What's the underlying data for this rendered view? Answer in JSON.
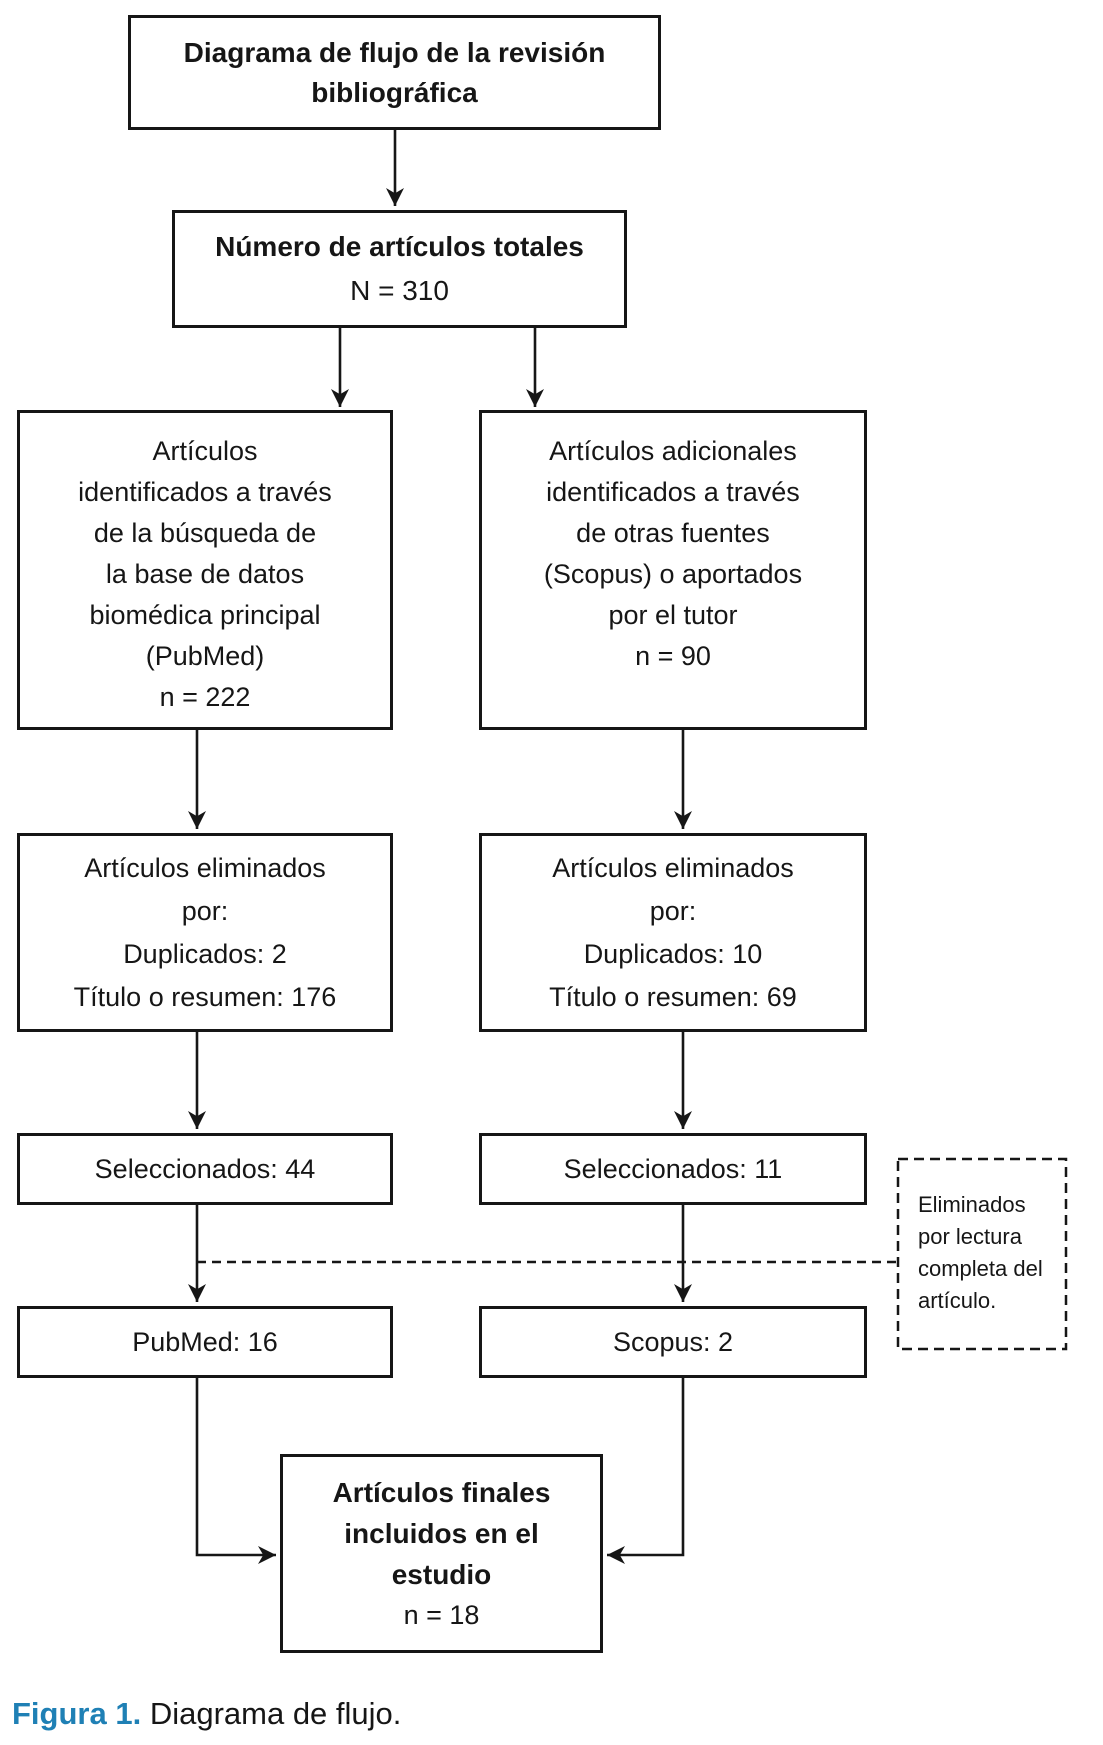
{
  "colors": {
    "caption_accent": "#1f80b5",
    "line": "#161616",
    "text": "#161616",
    "background": "#ffffff"
  },
  "diagram": {
    "title": {
      "lines": [
        "Diagrama de flujo de la revisión",
        "bibliográfica"
      ]
    },
    "totals": {
      "title": "Número de artículos totales",
      "value": "N = 310"
    },
    "identified_pubmed": {
      "lines": [
        "Artículos",
        "identificados a través",
        "de la búsqueda de",
        "la base de datos",
        "biomédica principal",
        "(PubMed)",
        "n = 222"
      ]
    },
    "identified_other": {
      "lines": [
        "Artículos adicionales",
        "identificados a través",
        "de otras fuentes",
        "(Scopus) o aportados",
        "por el tutor",
        "n = 90"
      ]
    },
    "removed_pubmed": {
      "lines": [
        "Artículos eliminados",
        "por:",
        "Duplicados: 2",
        "Título o resumen: 176"
      ]
    },
    "removed_other": {
      "lines": [
        "Artículos eliminados",
        "por:",
        "Duplicados: 10",
        "Título o resumen: 69"
      ]
    },
    "selected_pubmed": {
      "label": "Seleccionados: 44"
    },
    "selected_other": {
      "label": "Seleccionados: 11"
    },
    "final_pubmed": {
      "label": "PubMed: 16"
    },
    "final_scopus": {
      "label": "Scopus: 2"
    },
    "fulltext_note": {
      "lines": [
        "Eliminados",
        "por lectura",
        "completa del",
        "artículo."
      ]
    },
    "final": {
      "lines": [
        "Artículos finales",
        "incluidos en el",
        "estudio"
      ],
      "value": "n = 18"
    }
  },
  "caption": {
    "label": "Figura 1.",
    "text": " Diagrama de flujo."
  }
}
